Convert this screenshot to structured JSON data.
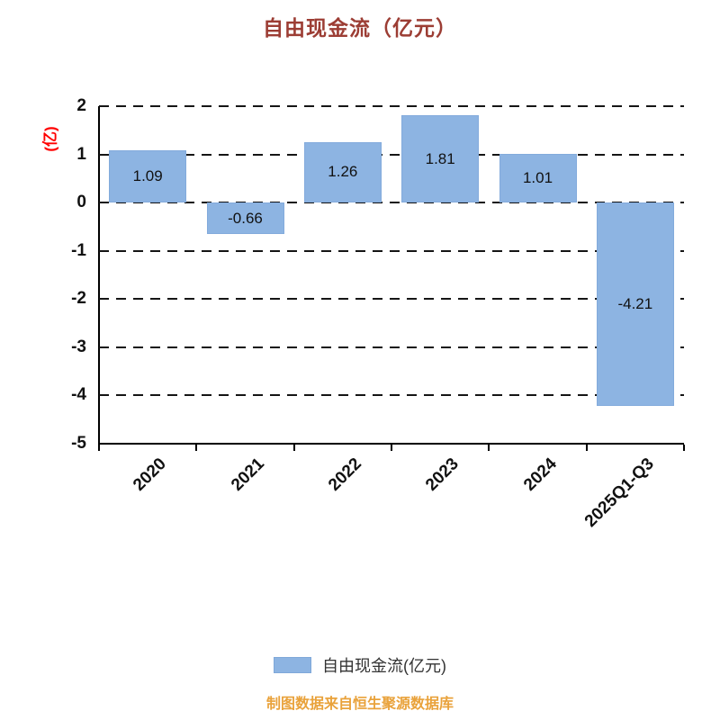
{
  "title": "自由现金流（亿元）",
  "chart_data": {
    "type": "bar",
    "title": "自由现金流（亿元）",
    "categories": [
      "2020",
      "2021",
      "2022",
      "2023",
      "2024",
      "2025Q1-Q3"
    ],
    "values": [
      1.09,
      -0.66,
      1.26,
      1.81,
      1.01,
      -4.21
    ],
    "value_labels": [
      "1.09",
      "-0.66",
      "1.26",
      "1.81",
      "1.01",
      "-4.21"
    ],
    "xlabel": "",
    "ylabel": "(亿)",
    "ylim": [
      -5,
      2
    ],
    "yticks": [
      2,
      1,
      0,
      -1,
      -2,
      -3,
      -4,
      -5
    ],
    "grid": "dashed-horizontal",
    "bar_color": "#8DB4E2",
    "legend_position": "bottom",
    "legend": [
      {
        "label": "自由现金流(亿元)",
        "color": "#8DB4E2"
      }
    ]
  },
  "footer": {
    "text": "制图数据来自恒生聚源数据库"
  },
  "colors": {
    "title": "#9C3D34",
    "ylabel": "#FF0000",
    "bar": "#8DB4E2",
    "footer": "#E9A23B"
  }
}
